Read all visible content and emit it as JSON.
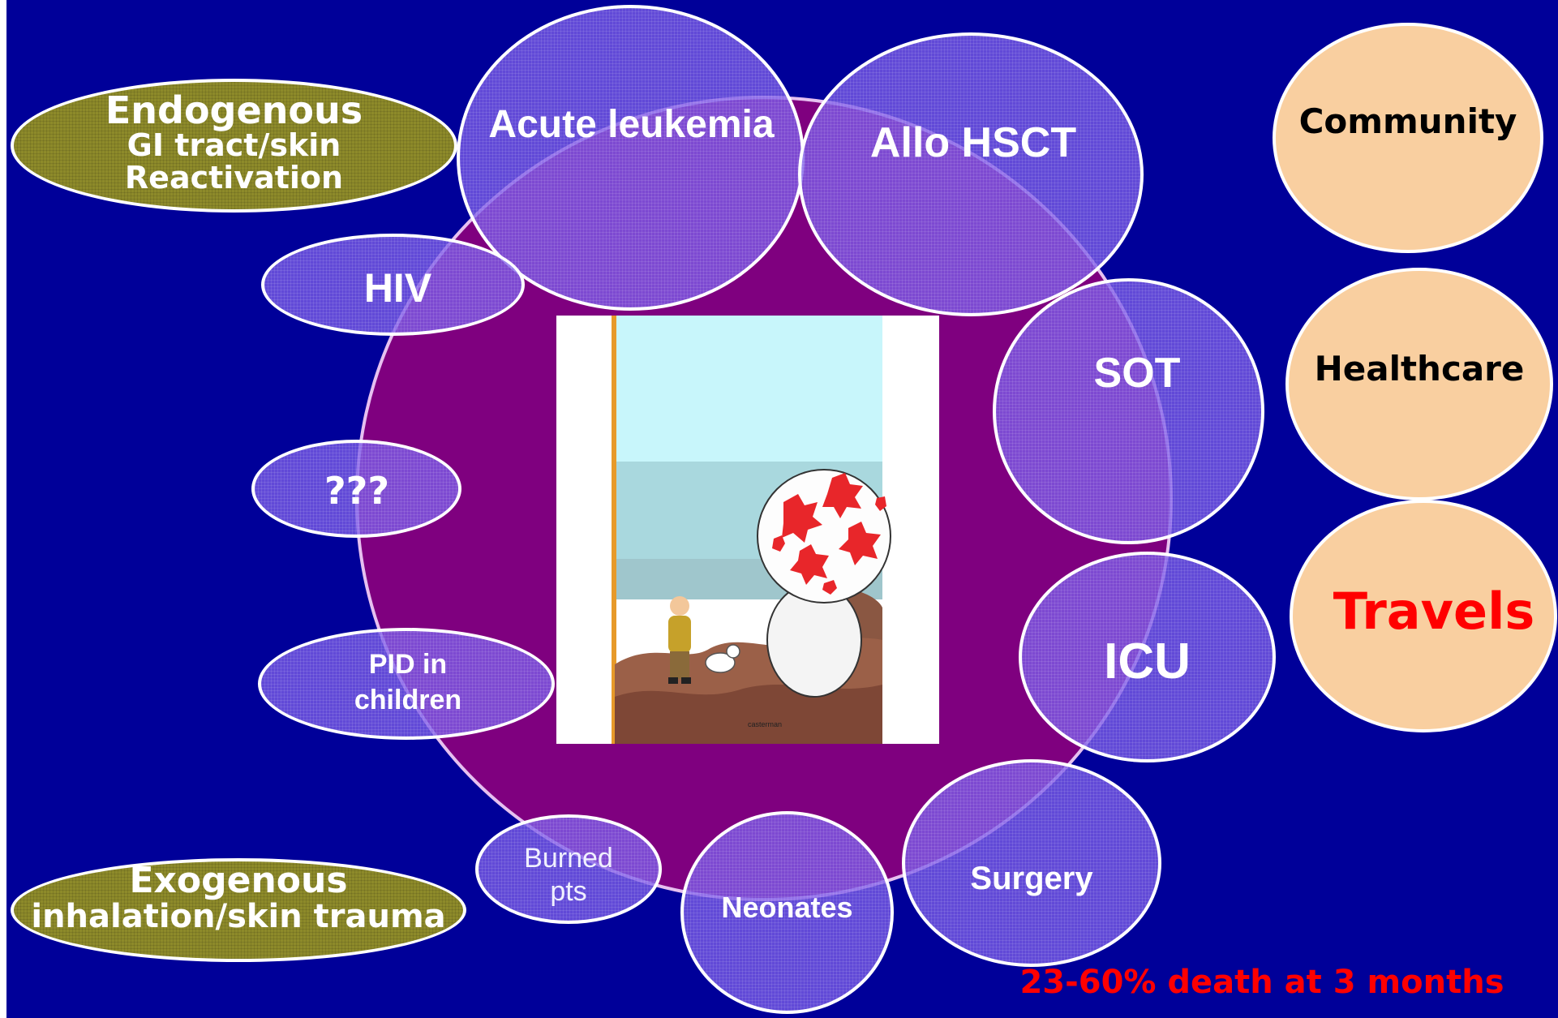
{
  "left_groups": {
    "endogenous": [
      "Endogenous",
      "GI tract/skin",
      "Reactivation"
    ],
    "exogenous": [
      "Exogenous",
      "inhalation/skin trauma"
    ]
  },
  "risk_groups": {
    "acute_leukemia": "Acute leukemia",
    "allo_hsct": "Allo HSCT",
    "hiv": "HIV",
    "unknown": "???",
    "pid": [
      "PID in",
      "children"
    ],
    "burned": [
      "Burned",
      "pts"
    ],
    "neonates": "Neonates",
    "surgery": "Surgery",
    "icu": "ICU",
    "sot": "SOT"
  },
  "settings": {
    "community": "Community",
    "healthcare": "Healthcare",
    "travels": "Travels"
  },
  "cover": {
    "publisher": "casterman"
  },
  "footer": {
    "mortality": "23-60% death at 3 months"
  },
  "colors": {
    "background": "#000099",
    "main_circle": "#7f007f",
    "bubble": "#7c5de8",
    "olive": "#8d8a2a",
    "peach": "#f9cfa0",
    "alert": "#ff0000"
  }
}
